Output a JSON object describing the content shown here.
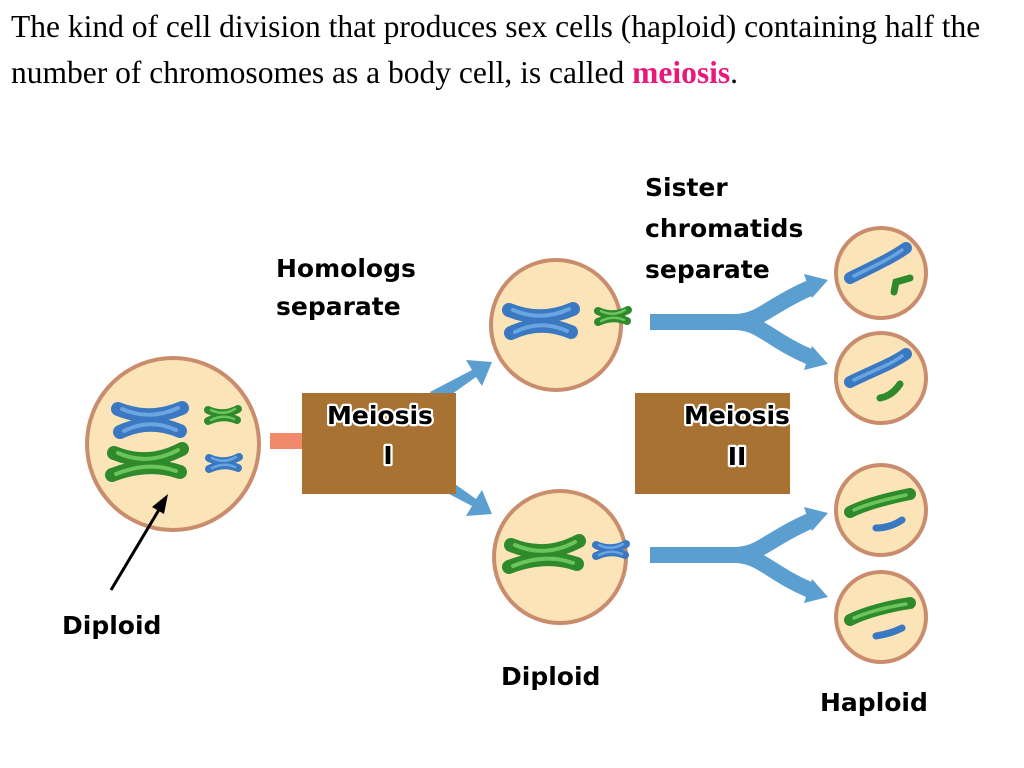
{
  "heading": {
    "before": "The kind of cell division that produces sex cells (haploid) containing half the number of chromosomes as a body cell, is called ",
    "keyword": "meiosis",
    "after": "."
  },
  "labels": {
    "homologs_line1": "Homologs",
    "homologs_line2": "separate",
    "sister_line1": "Sister",
    "sister_line2": "chromatids",
    "sister_line3": "separate",
    "meiosis1_line1": "Meiosis",
    "meiosis1_line2": "I",
    "meiosis2_line1": "Meiosis",
    "meiosis2_line2": "II",
    "diploid_start": "Diploid",
    "diploid_mid": "Diploid",
    "haploid": "Haploid"
  },
  "colors": {
    "keyword": "#e8197a",
    "cell_fill": "#fbe4b8",
    "cell_outline": "#c98d6e",
    "arrow": "#5b9fd0",
    "box": "#a87233",
    "chromosome_blue": "#3a78c2",
    "chromosome_green": "#2f8a2c",
    "connector": "#f08a6a"
  }
}
